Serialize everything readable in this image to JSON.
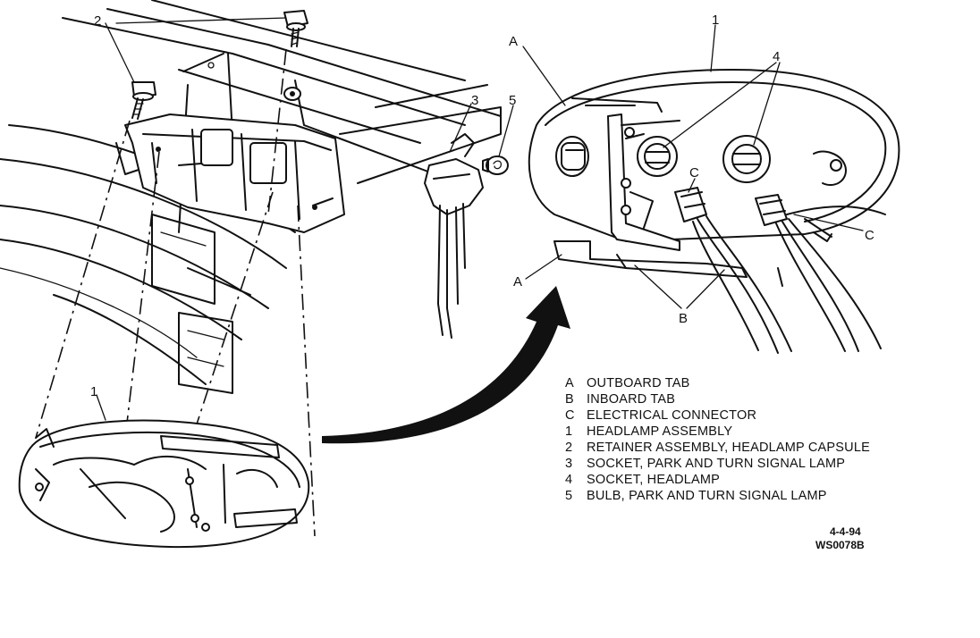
{
  "callouts": {
    "retainer_screws": "2",
    "headlamp_assembly_left": "1",
    "headlamp_assembly_right": "1",
    "socket_park_turn": "3",
    "bulb_park_turn": "5",
    "socket_headlamp": "4",
    "outboard_tab_upper": "A",
    "outboard_tab_lower": "A",
    "inboard_tab": "B",
    "connector_center": "C",
    "connector_right": "C"
  },
  "legend": [
    {
      "key": "A",
      "text": "OUTBOARD TAB"
    },
    {
      "key": "B",
      "text": "INBOARD TAB"
    },
    {
      "key": "C",
      "text": "ELECTRICAL CONNECTOR"
    },
    {
      "key": "1",
      "text": "HEADLAMP ASSEMBLY"
    },
    {
      "key": "2",
      "text": "RETAINER ASSEMBLY, HEADLAMP CAPSULE"
    },
    {
      "key": "3",
      "text": "SOCKET, PARK AND TURN SIGNAL LAMP"
    },
    {
      "key": "4",
      "text": "SOCKET, HEADLAMP"
    },
    {
      "key": "5",
      "text": "BULB, PARK AND TURN SIGNAL LAMP"
    }
  ],
  "footer": {
    "date": "4-4-94",
    "figure_id": "WS0078B"
  }
}
